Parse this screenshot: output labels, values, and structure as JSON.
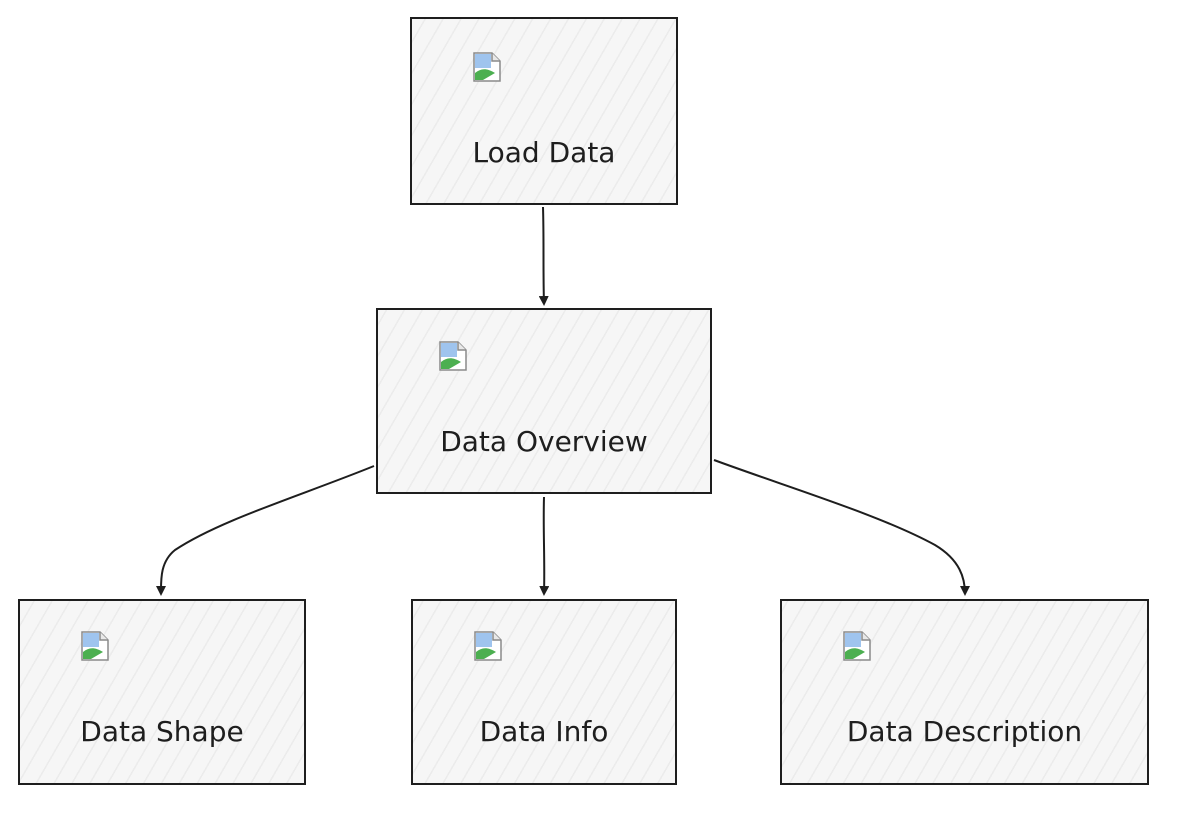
{
  "diagram": {
    "nodes": {
      "load": {
        "label": "Load Data",
        "icon": "broken-image-icon"
      },
      "overview": {
        "label": "Data Overview",
        "icon": "broken-image-icon"
      },
      "shape": {
        "label": "Data Shape",
        "icon": "broken-image-icon"
      },
      "info": {
        "label": "Data Info",
        "icon": "broken-image-icon"
      },
      "description": {
        "label": "Data Description",
        "icon": "broken-image-icon"
      }
    },
    "edges": [
      {
        "from": "Load Data",
        "to": "Data Overview"
      },
      {
        "from": "Data Overview",
        "to": "Data Shape"
      },
      {
        "from": "Data Overview",
        "to": "Data Info"
      },
      {
        "from": "Data Overview",
        "to": "Data Description"
      }
    ],
    "colors": {
      "stroke": "#1e1e1e",
      "node_fill": "#f6f6f6"
    }
  }
}
